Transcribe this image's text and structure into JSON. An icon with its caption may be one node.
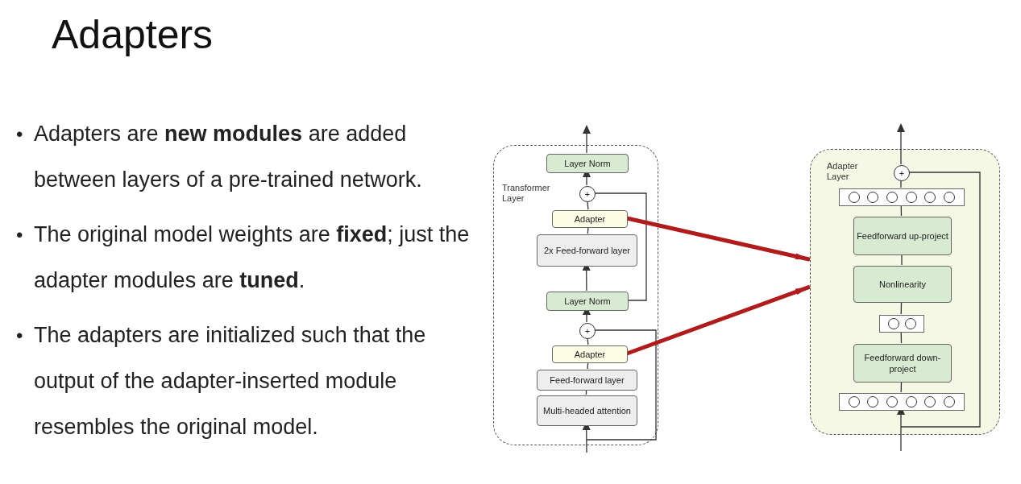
{
  "diagram": {
    "title": "Adapters",
    "nodes": [
      {
        "text": [
          "Transformer Layer"
        ]
      },
      {
        "text": [
          "Layer Norm"
        ],
        "in": 0
      },
      {
        "text": [
          "+"
        ],
        "in": 0
      },
      {
        "text": [
          "Adapter"
        ],
        "in": 0
      },
      {
        "text": [
          "2x Feed-forward layer"
        ],
        "in": 0
      },
      {
        "text": [
          "Layer Norm"
        ],
        "in": 0
      },
      {
        "text": [
          "+"
        ],
        "in": 0
      },
      {
        "text": [
          "Adapter"
        ],
        "in": 0
      },
      {
        "text": [
          "Feed-forward layer"
        ],
        "in": 0
      },
      {
        "text": [
          "Multi-headed attention"
        ],
        "in": 0
      },
      {
        "text": [
          "Adapter Layer"
        ]
      },
      {
        "text": [
          "+"
        ],
        "in": 10
      },
      {
        "text": [],
        "shape": "box",
        "in": 10
      },
      {
        "text": [
          "Feedforward up-project"
        ],
        "in": 10
      },
      {
        "text": [
          "Nonlinearity"
        ],
        "in": 10
      },
      {
        "text": [],
        "shape": "box",
        "in": 10
      },
      {
        "text": [
          "Feedforward down-project"
        ],
        "in": 10
      },
      {
        "text": [],
        "shape": "box",
        "in": 10
      }
    ],
    "edges": [
      {
        "from": null,
        "to": 9,
        "arrow": "to"
      },
      {
        "from": 9,
        "to": 8,
        "arrow": "none"
      },
      {
        "from": 8,
        "to": 7,
        "arrow": "none"
      },
      {
        "from": 7,
        "to": 6,
        "arrow": "none"
      },
      {
        "from": null,
        "to": 6,
        "arrow": "none"
      },
      {
        "from": 6,
        "to": 5,
        "arrow": "to"
      },
      {
        "from": 5,
        "to": 4,
        "arrow": "to"
      },
      {
        "from": 4,
        "to": 3,
        "arrow": "none"
      },
      {
        "from": 3,
        "to": 2,
        "arrow": "none"
      },
      {
        "from": 5,
        "to": 2,
        "arrow": "none"
      },
      {
        "from": 2,
        "to": 1,
        "arrow": "to"
      },
      {
        "from": 1,
        "to": null,
        "arrow": "to"
      },
      {
        "from": 3,
        "to": 10,
        "arrow": "to",
        "style": "thick",
        "color": "#b01c1c"
      },
      {
        "from": 7,
        "to": 10,
        "arrow": "to",
        "style": "thick",
        "color": "#b01c1c"
      },
      {
        "from": null,
        "to": 17,
        "arrow": "to"
      },
      {
        "from": 17,
        "to": 16,
        "arrow": "none"
      },
      {
        "from": 16,
        "to": 15,
        "arrow": "none"
      },
      {
        "from": 15,
        "to": 14,
        "arrow": "none"
      },
      {
        "from": 14,
        "to": 13,
        "arrow": "none"
      },
      {
        "from": 13,
        "to": 12,
        "arrow": "none"
      },
      {
        "from": 12,
        "to": 11,
        "arrow": "none"
      },
      {
        "from": null,
        "to": 11,
        "arrow": "none"
      },
      {
        "from": 11,
        "to": null,
        "arrow": "to"
      }
    ],
    "labels": [
      "•",
      "Adapters are **new modules** are added between layers of a pre-trained network.",
      "•",
      "The original model weights are **fixed**; just the adapter modules are **tuned**.",
      "•",
      "The adapters are initialized such that the output of the adapter-inserted module resembles the original model."
    ]
  }
}
